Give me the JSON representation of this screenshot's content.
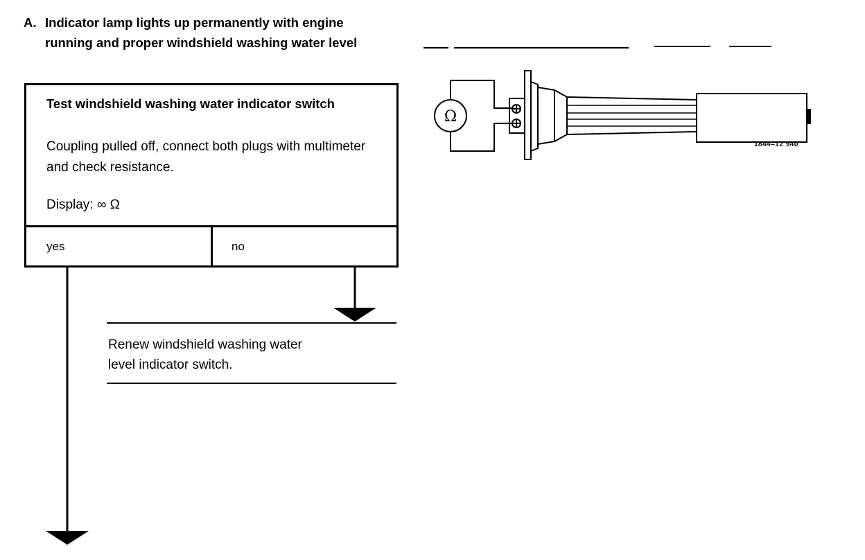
{
  "heading": {
    "letter": "A.",
    "line1": "Indicator lamp lights up permanently with engine",
    "line2": "running and proper windshield washing water level"
  },
  "test_box": {
    "title": "Test windshield washing water indicator switch",
    "instruction": "Coupling pulled off, connect both plugs with multimeter and check resistance.",
    "display": "Display: ∞ Ω",
    "answer_yes": "yes",
    "answer_no": "no"
  },
  "remedy": {
    "line1": "Renew windshield washing water",
    "line2": "level indicator switch."
  },
  "figure": {
    "meter_symbol": "Ω",
    "code": "1844–12 940"
  }
}
